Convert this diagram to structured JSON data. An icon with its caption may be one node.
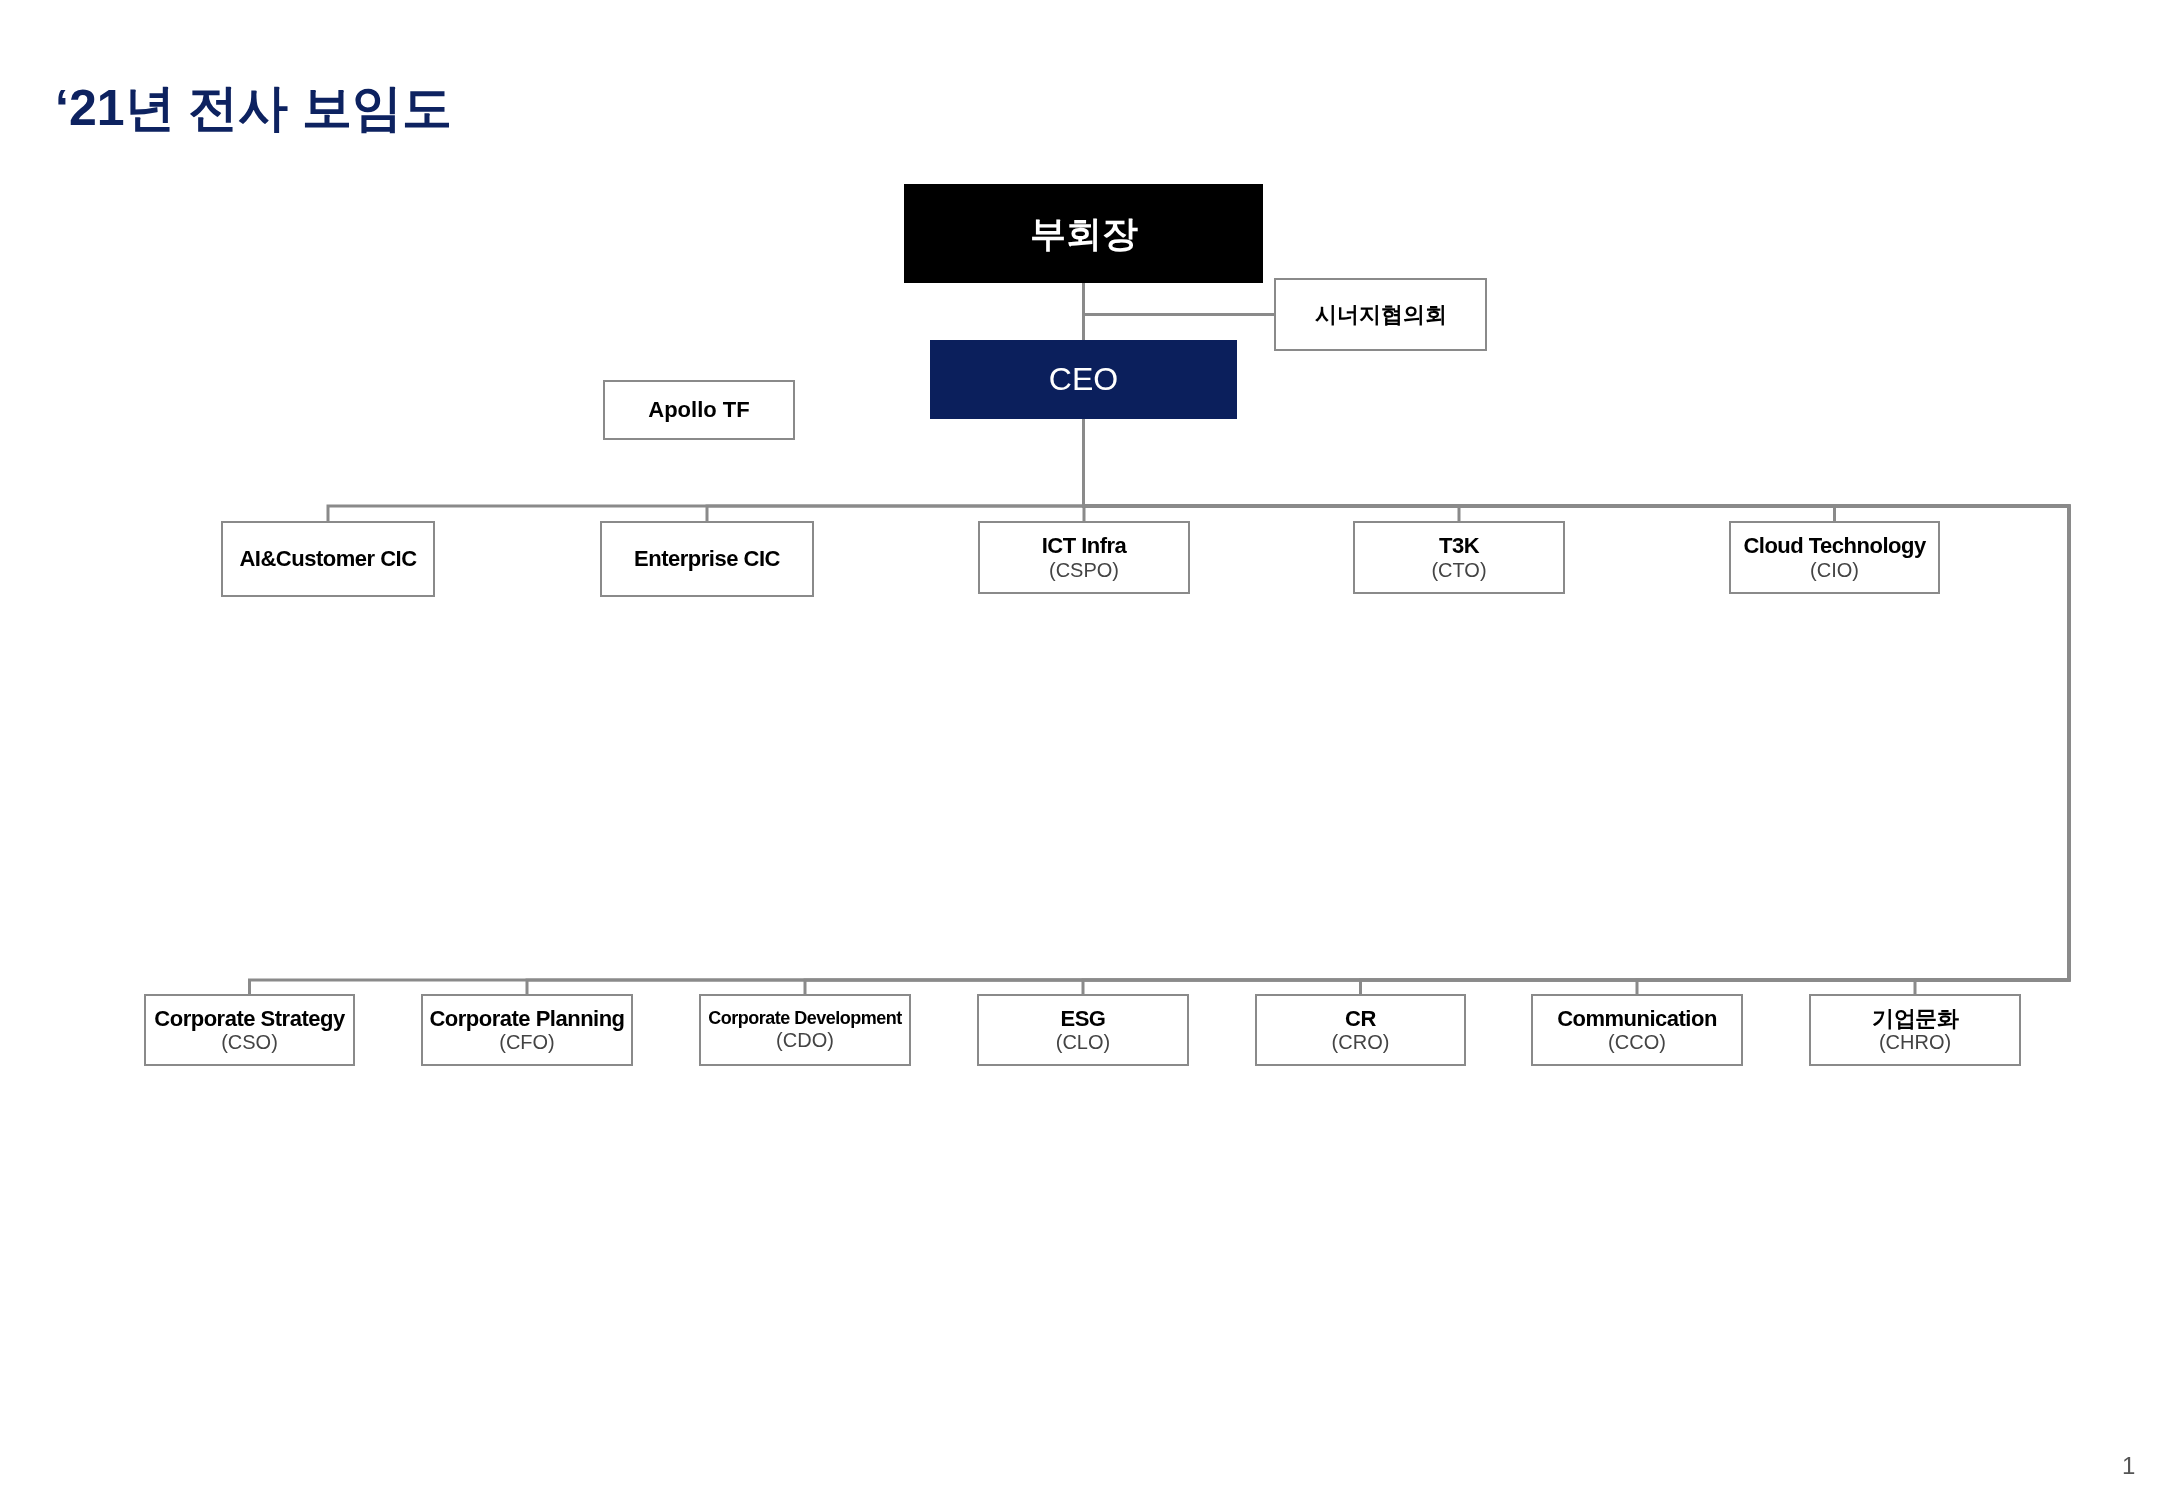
{
  "diagram": {
    "title": "‘21년 전사 보임도",
    "nodes": [
      {
        "text": [
          "부회장"
        ]
      },
      {
        "text": [
          "시너지협의회"
        ]
      },
      {
        "text": [
          "CEO"
        ]
      },
      {
        "text": [
          "Apollo TF"
        ]
      },
      {
        "text": [
          "AI&Customer CIC"
        ]
      },
      {
        "text": [
          "Enterprise CIC"
        ]
      },
      {
        "text": [
          "ICT Infra",
          "(CSPO)"
        ]
      },
      {
        "text": [
          "T3K",
          "(CTO)"
        ]
      },
      {
        "text": [
          "Cloud Technology",
          "(CIO)"
        ]
      },
      {
        "text": [
          "Corporate Strategy",
          "(CSO)"
        ]
      },
      {
        "text": [
          "Corporate Planning",
          "(CFO)"
        ]
      },
      {
        "text": [
          "Corporate Development",
          "(CDO)"
        ]
      },
      {
        "text": [
          "ESG",
          "(CLO)"
        ]
      },
      {
        "text": [
          "CR",
          "(CRO)"
        ]
      },
      {
        "text": [
          "Communication",
          "(CCO)"
        ]
      },
      {
        "text": [
          "기업문화",
          "(CHRO)"
        ]
      }
    ],
    "edges": [
      {
        "from": 0,
        "to": 2,
        "arrow": "none"
      },
      {
        "from": 0,
        "to": 1,
        "arrow": "none"
      },
      {
        "from": 2,
        "to": 4,
        "arrow": "none"
      },
      {
        "from": 2,
        "to": 5,
        "arrow": "none"
      },
      {
        "from": 2,
        "to": 6,
        "arrow": "none"
      },
      {
        "from": 2,
        "to": 7,
        "arrow": "none"
      },
      {
        "from": 2,
        "to": 8,
        "arrow": "none"
      },
      {
        "from": 2,
        "to": 9,
        "arrow": "none"
      },
      {
        "from": 2,
        "to": 10,
        "arrow": "none"
      },
      {
        "from": 2,
        "to": 11,
        "arrow": "none"
      },
      {
        "from": 2,
        "to": 12,
        "arrow": "none"
      },
      {
        "from": 2,
        "to": 13,
        "arrow": "none"
      },
      {
        "from": 2,
        "to": 14,
        "arrow": "none"
      },
      {
        "from": 2,
        "to": 15,
        "arrow": "none"
      }
    ],
    "labels": [
      "1"
    ]
  }
}
